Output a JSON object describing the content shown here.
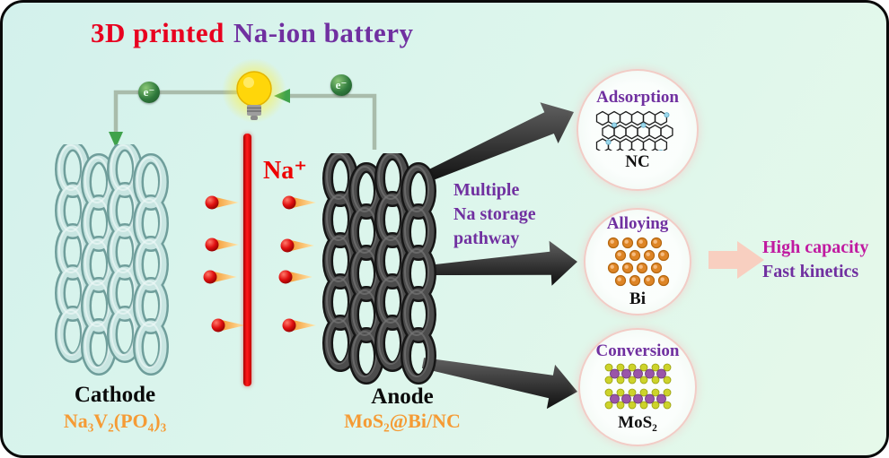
{
  "title": {
    "part1": "3D printed",
    "part2": "Na-ion battery"
  },
  "circuit": {
    "electron_left": "e⁻",
    "electron_right": "e⁻"
  },
  "separator_region": {
    "ion_label": "Na⁺"
  },
  "cathode": {
    "name": "Cathode",
    "formula": "Na₃V₂(PO₄)₃"
  },
  "anode": {
    "name": "Anode",
    "formula": "MoS₂@Bi/NC"
  },
  "pathway": {
    "line1": "Multiple",
    "line2": "Na storage",
    "line3": "pathway"
  },
  "mechanisms": [
    {
      "title": "Adsorption",
      "material": "NC"
    },
    {
      "title": "Alloying",
      "material": "Bi"
    },
    {
      "title": "Conversion",
      "material": "MoS₂"
    }
  ],
  "outcome": {
    "line1": "High capacity",
    "line2": "Fast kinetics"
  },
  "colors": {
    "title_red": "#e8001f",
    "title_purple": "#7030a0",
    "formula_orange": "#f59b35",
    "separator_red": "#e60000",
    "ion_sphere_red": "#cc0000",
    "ion_tail_orange": "#f59b35",
    "electron_green": "#2f7a3c",
    "wire_gray": "#a9bcab",
    "pathway_arrow_dark": "#2a2a2a",
    "result_arrow_pink": "#f8cfc0",
    "circle_border_pink": "#f2ccc6",
    "outcome_magenta": "#c01aa0",
    "outcome_purple": "#7030a0"
  }
}
